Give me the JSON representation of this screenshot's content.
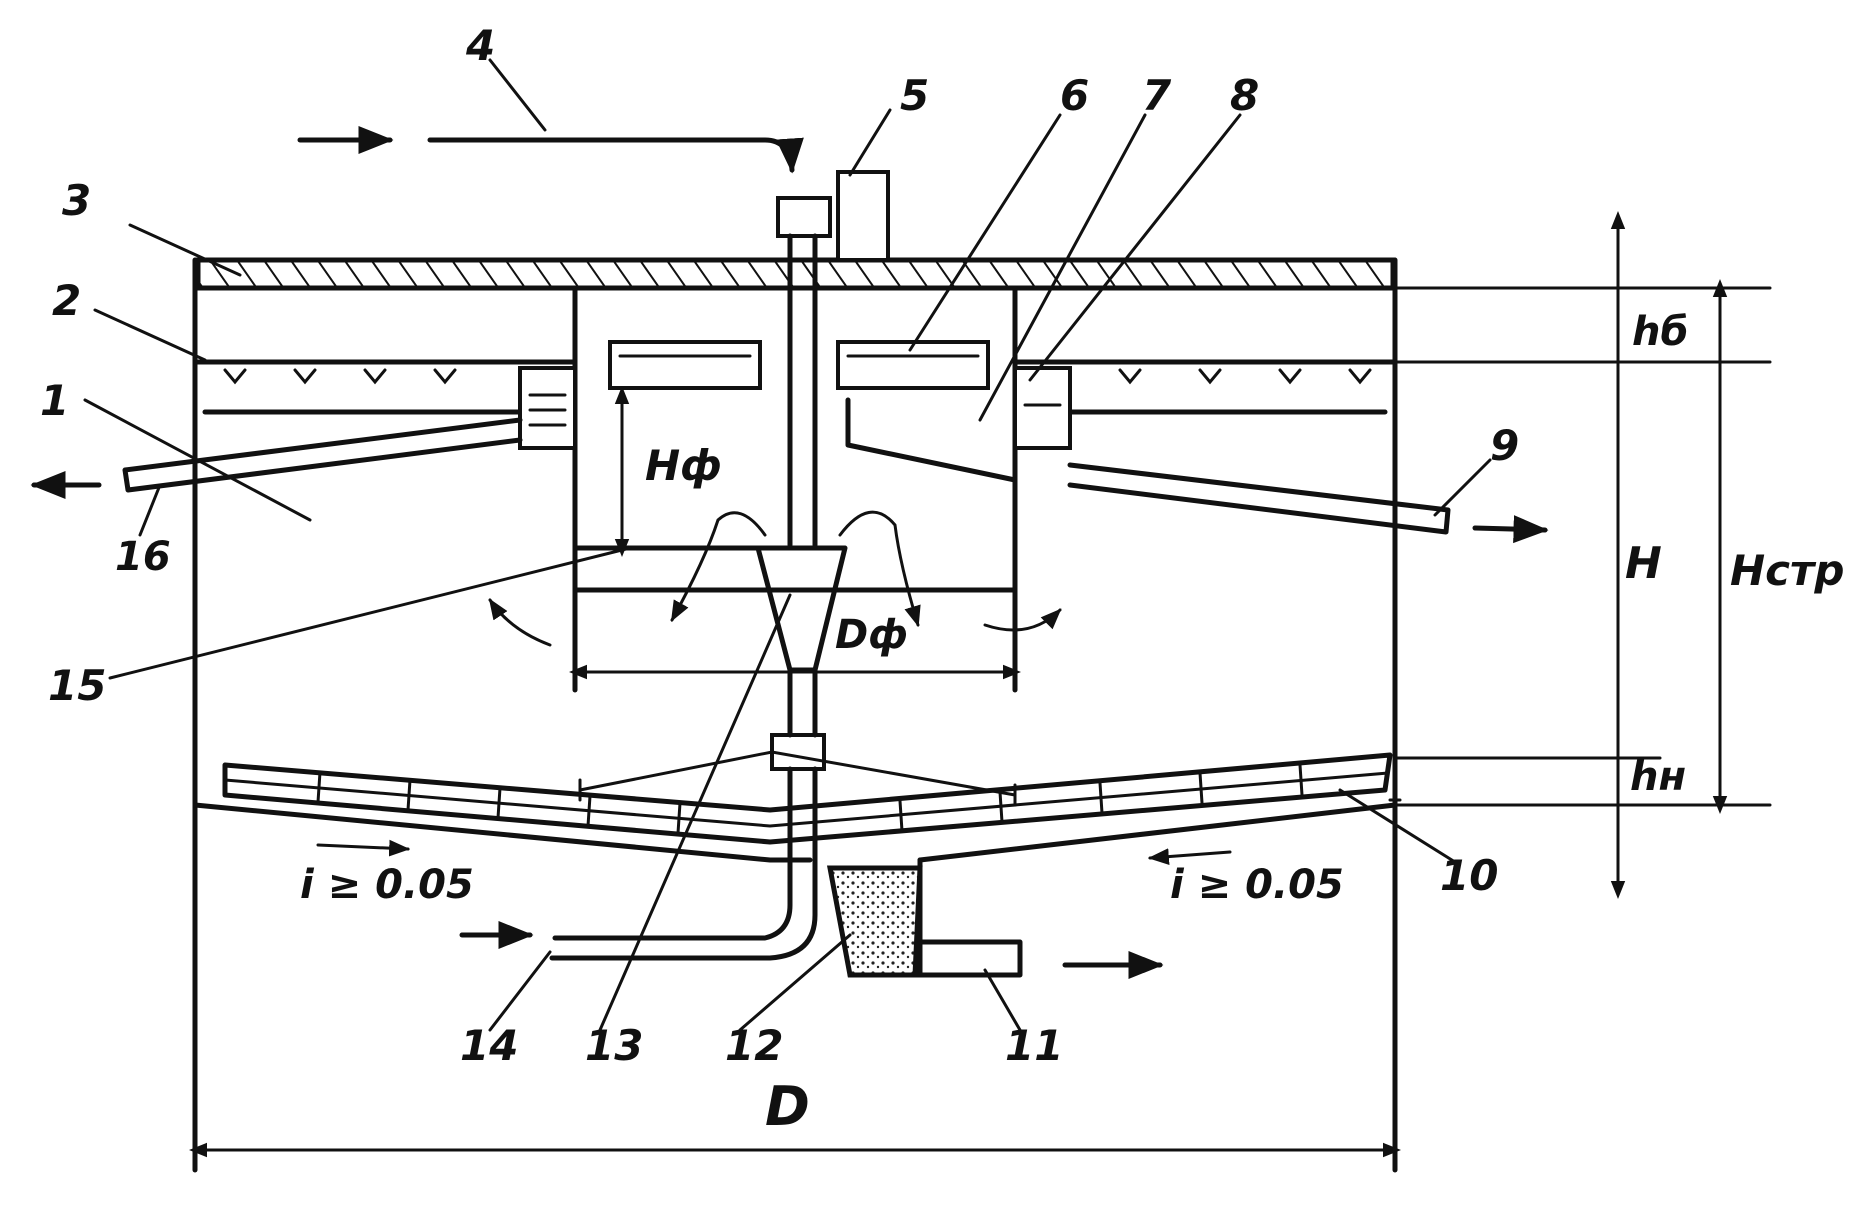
{
  "labels": {
    "n1": "1",
    "n2": "2",
    "n3": "3",
    "n4": "4",
    "n5": "5",
    "n6": "6",
    "n7": "7",
    "n8": "8",
    "n9": "9",
    "n10": "10",
    "n11": "11",
    "n12": "12",
    "n13": "13",
    "n14": "14",
    "n15": "15",
    "n16": "16"
  },
  "dimensions": {
    "h_b": "hб",
    "h_n": "hн",
    "H": "H",
    "H_str": "Hстр",
    "H_f": "Hф",
    "D_f": "Dф",
    "D": "D"
  },
  "slopes": {
    "left": "i ≥ 0.05",
    "right": "i ≥ 0.05"
  }
}
